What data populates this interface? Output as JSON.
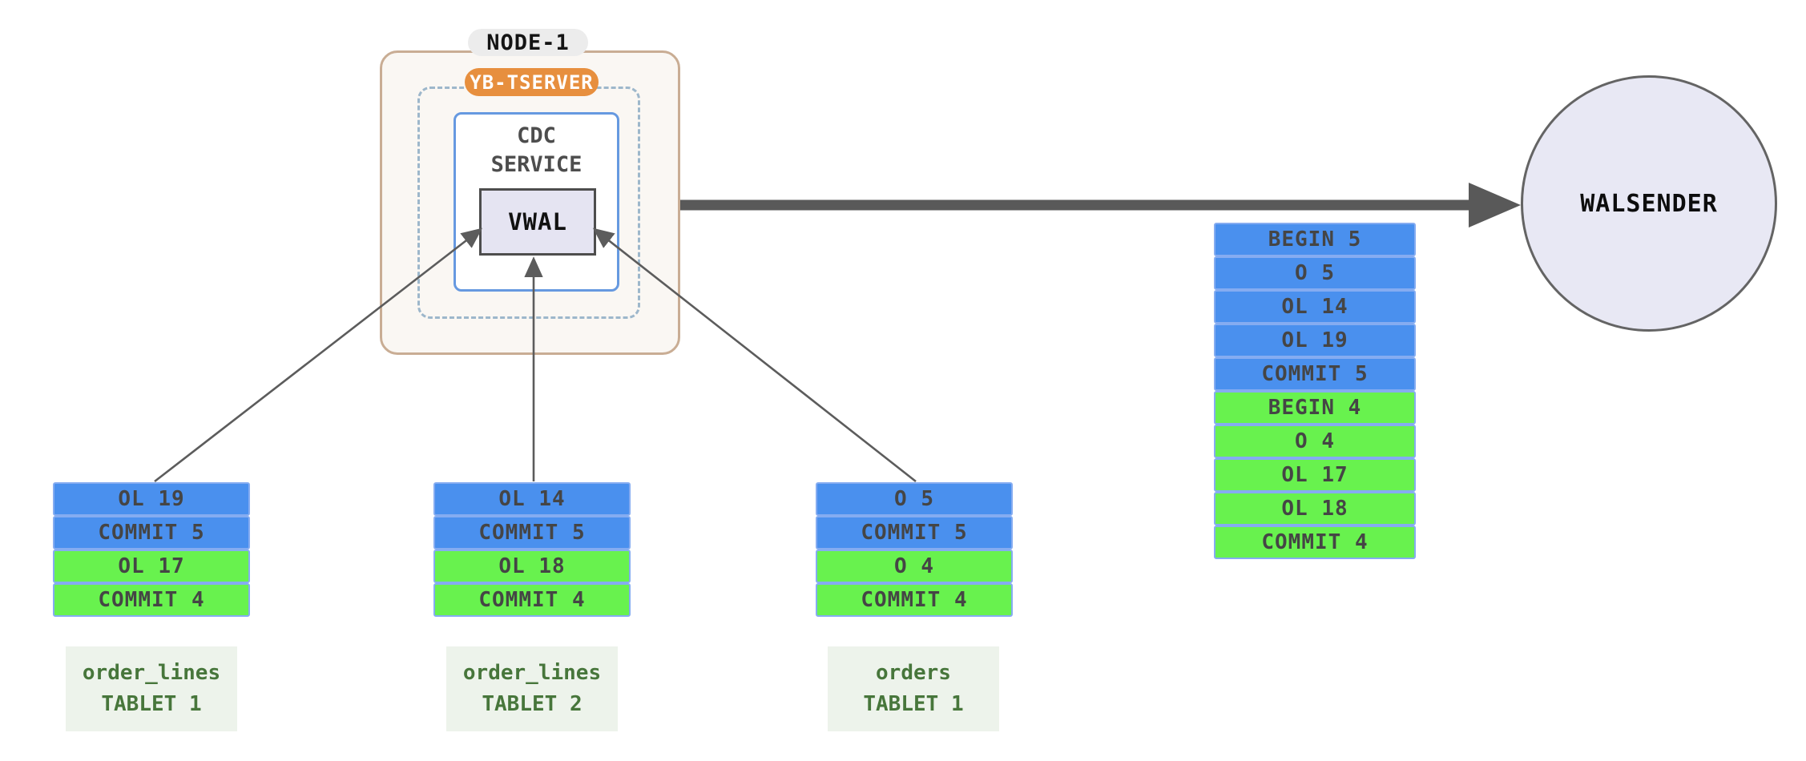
{
  "node": {
    "title": "NODE-1",
    "tserver_badge": "YB-TSERVER",
    "cdc_service_label": "CDC\nSERVICE",
    "vwal_label": "VWAL"
  },
  "walsender_label": "WALSENDER",
  "wal_queue": {
    "rows": [
      {
        "text": "BEGIN 5",
        "txn": "blue"
      },
      {
        "text": "O 5",
        "txn": "blue"
      },
      {
        "text": "OL 14",
        "txn": "blue"
      },
      {
        "text": "OL 19",
        "txn": "blue"
      },
      {
        "text": "COMMIT 5",
        "txn": "blue"
      },
      {
        "text": "BEGIN 4",
        "txn": "green"
      },
      {
        "text": "O 4",
        "txn": "green"
      },
      {
        "text": "OL 17",
        "txn": "green"
      },
      {
        "text": "OL 18",
        "txn": "green"
      },
      {
        "text": "COMMIT 4",
        "txn": "green"
      }
    ]
  },
  "tablets": [
    {
      "label_line1": "order_lines",
      "label_line2": "TABLET 1",
      "rows": [
        {
          "text": "OL 19",
          "txn": "blue"
        },
        {
          "text": "COMMIT 5",
          "txn": "blue"
        },
        {
          "text": "OL 17",
          "txn": "green"
        },
        {
          "text": "COMMIT 4",
          "txn": "green"
        }
      ]
    },
    {
      "label_line1": "order_lines",
      "label_line2": "TABLET 2",
      "rows": [
        {
          "text": "OL 14",
          "txn": "blue"
        },
        {
          "text": "COMMIT 5",
          "txn": "blue"
        },
        {
          "text": "OL 18",
          "txn": "green"
        },
        {
          "text": "COMMIT 4",
          "txn": "green"
        }
      ]
    },
    {
      "label_line1": "orders",
      "label_line2": "TABLET 1",
      "rows": [
        {
          "text": "O 5",
          "txn": "blue"
        },
        {
          "text": "COMMIT 5",
          "txn": "blue"
        },
        {
          "text": "O 4",
          "txn": "green"
        },
        {
          "text": "COMMIT 4",
          "txn": "green"
        }
      ]
    }
  ],
  "colors": {
    "txn5_record_blue": "#4a90ee",
    "txn4_record_green": "#68f24e",
    "record_border": "#85acf1",
    "tserver_badge_bg": "#e78f3e",
    "node_border": "#c9ad94",
    "cdc_border": "#6699e0",
    "dashed_boundary": "#9db7cb",
    "vwal_fill": "#e5e4f2",
    "walsender_fill": "#e8e8f4",
    "arrow": "#595959",
    "tablet_label_bg": "#edf3eb",
    "tablet_label_text": "#47763b"
  }
}
